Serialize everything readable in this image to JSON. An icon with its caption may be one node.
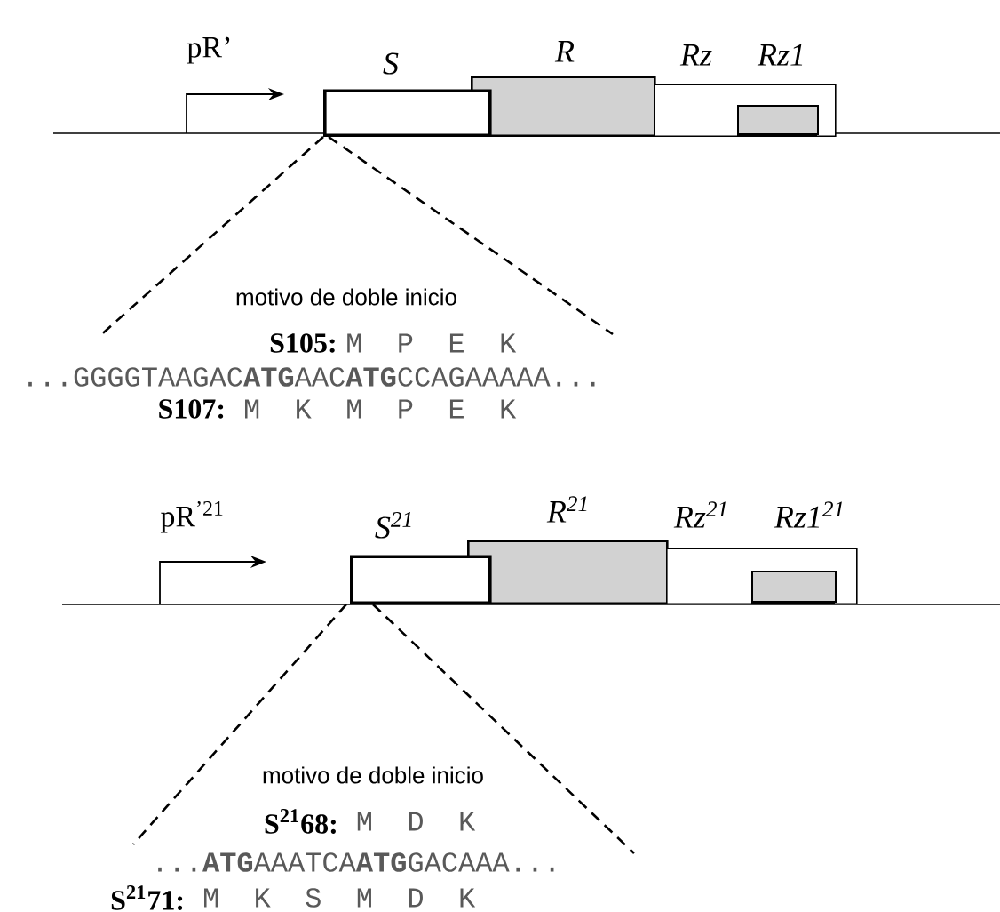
{
  "diagram": {
    "nodes": [
      {
        "text": [
          "S"
        ]
      },
      {
        "text": [
          "R"
        ]
      },
      {
        "text": [
          "Rz"
        ]
      },
      {
        "text": [
          "Rz1"
        ],
        "in": 2
      },
      {
        "text": [
          "S$^{21}$"
        ]
      },
      {
        "text": [
          "R$^{21}$"
        ]
      },
      {
        "text": [
          "Rz$^{21}$"
        ]
      },
      {
        "text": [
          "Rz1$^{21}$"
        ],
        "in": 6
      }
    ],
    "edges": [],
    "labels": [
      "pR’",
      "motivo de doble inicio",
      "S105:",
      "M P E K",
      "...GGGGTAAGAC**ATG**AAC**ATG**CCAGAAAAA...",
      "S107:",
      "M K M P E K",
      "pR$^{’21}$",
      "motivo de doble inicio",
      "S$^{21}$68:",
      "M D K",
      "...**ATG**AAATCA**ATG**GACAAA...",
      "S$^{21}$71:",
      "M K S M D K"
    ]
  }
}
